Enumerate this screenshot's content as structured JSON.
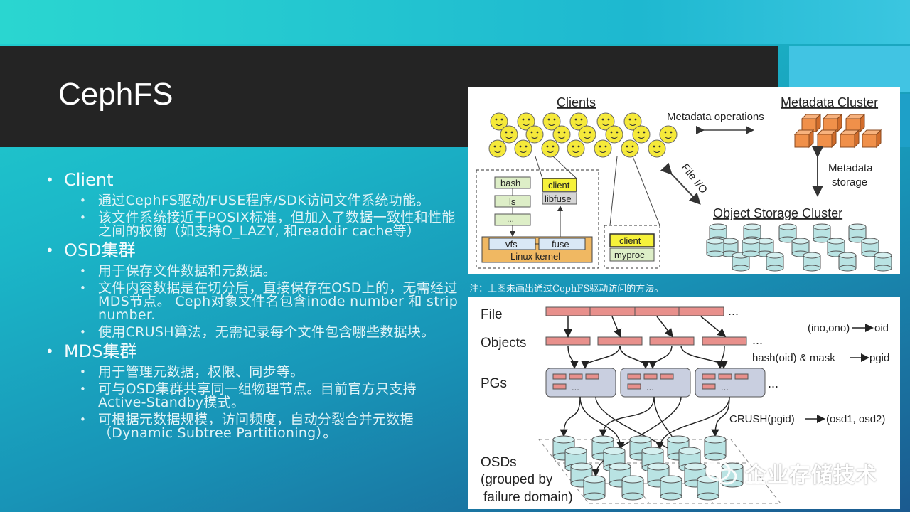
{
  "slide": {
    "title": "CephFS",
    "bullets": [
      {
        "label": "Client",
        "items": [
          "通过CephFS驱动/FUSE程序/SDK访问文件系统功能。",
          "该文件系统接近于POSIX标准，但加入了数据一致性和性能之间的权衡（如支持O_LAZY, 和readdir cache等）"
        ]
      },
      {
        "label": "OSD集群",
        "items": [
          "用于保存文件数据和元数据。",
          "文件内容数据是在切分后，直接保存在OSD上的，无需经过MDS节点。 Ceph对象文件名包含inode number 和 strip number.",
          "使用CRUSH算法，无需记录每个文件包含哪些数据块。"
        ]
      },
      {
        "label": "MDS集群",
        "items": [
          "用于管理元数据，权限、同步等。",
          "可与OSD集群共享同一组物理节点。目前官方只支持Active-Standby模式。",
          "可根据元数据规模，访问频度，自动分裂合并元数据（Dynamic Subtree Partitioning）。"
        ]
      }
    ]
  },
  "figure_top": {
    "clients": "Clients",
    "metadata_cluster": "Metadata Cluster",
    "metadata_operations": "Metadata operations",
    "file_io": "File I/O",
    "metadata_storage_1": "Metadata",
    "metadata_storage_2": "storage",
    "object_storage_cluster": "Object Storage Cluster",
    "bash": "bash",
    "ls": "ls",
    "dots": "...",
    "client": "client",
    "libfuse": "libfuse",
    "vfs": "vfs",
    "fuse": "fuse",
    "linux_kernel": "Linux kernel",
    "client2": "client",
    "myproc": "myproc"
  },
  "note": "注：上图未画出通过CephFS驱动访问的方法。",
  "figure_bottom": {
    "file": "File",
    "objects": "Objects",
    "pgs": "PGs",
    "osds_1": "OSDs",
    "osds_2": "(grouped by",
    "osds_3": "failure domain)",
    "ino_ono": "(ino,ono)",
    "oid": "oid",
    "hash": "hash(oid) & mask",
    "pgid": "pgid",
    "crush": "CRUSH(pgid)",
    "osd_pair": "(osd1, osd2)",
    "ellipsis": "...",
    "pg_dots": "..."
  },
  "watermark": {
    "text": "企业存储技术",
    "icon": "wechat-icon"
  },
  "colors": {
    "title_band": "#242424",
    "accent": "#1eb8d0",
    "file_bar": "#e8908c",
    "pg_box": "#c9cfe0",
    "disk": "#b9e3e3",
    "cube": "#f0904a",
    "smiley": "#f5e93a"
  }
}
